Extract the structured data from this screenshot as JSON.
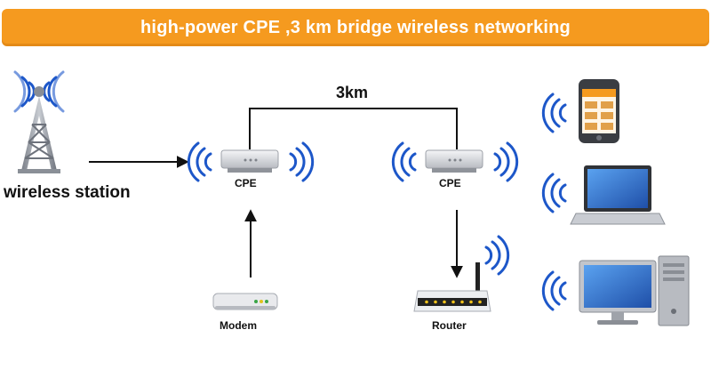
{
  "header": {
    "title": "high-power CPE ,3 km bridge wireless networking"
  },
  "labels": {
    "wireless_station": "wireless station",
    "distance": "3km",
    "cpe_left": "CPE",
    "cpe_right": "CPE",
    "modem": "Modem",
    "router": "Router"
  },
  "colors": {
    "banner": "#f59a1f",
    "signal": "#1d57c9",
    "line": "#111111",
    "device_gray": "#c9ccd2",
    "screen_blue": "#2b6fd6"
  }
}
